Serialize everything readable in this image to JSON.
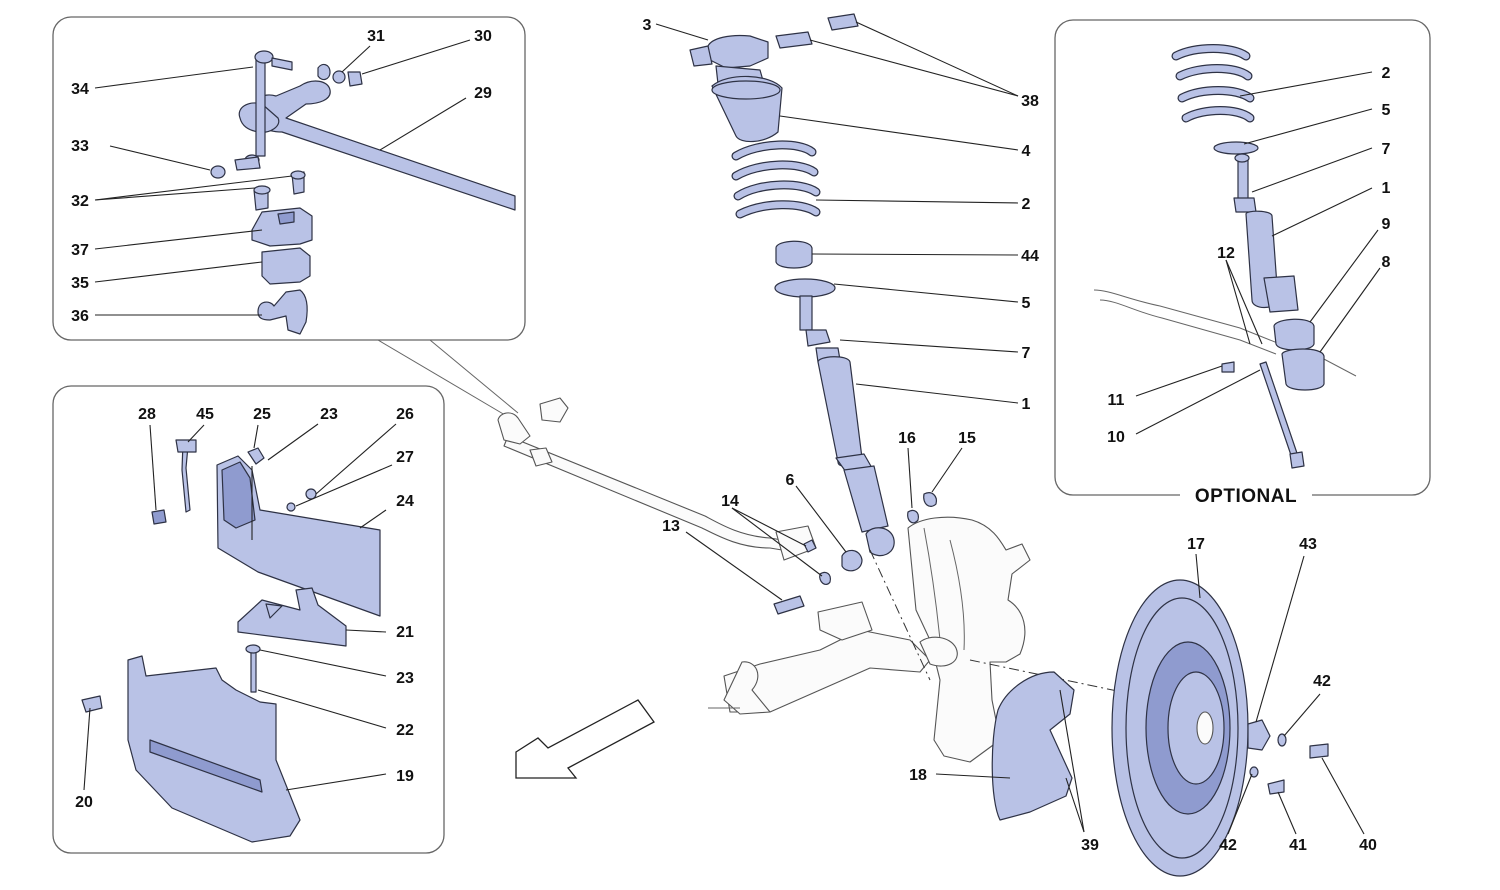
{
  "labels": {
    "l1a": "1",
    "l1b": "1",
    "l2a": "2",
    "l2b": "2",
    "l3": "3",
    "l4": "4",
    "l5a": "5",
    "l5b": "5",
    "l6": "6",
    "l7a": "7",
    "l7b": "7",
    "l8": "8",
    "l9": "9",
    "l10": "10",
    "l11": "11",
    "l12": "12",
    "l13": "13",
    "l14": "14",
    "l15": "15",
    "l16": "16",
    "l17": "17",
    "l18": "18",
    "l19": "19",
    "l20": "20",
    "l21": "21",
    "l22": "22",
    "l23a": "23",
    "l23b": "23",
    "l24": "24",
    "l25": "25",
    "l26": "26",
    "l27": "27",
    "l28": "28",
    "l29": "29",
    "l30": "30",
    "l31": "31",
    "l32": "32",
    "l33": "33",
    "l34": "34",
    "l35": "35",
    "l36": "36",
    "l37": "37",
    "l38": "38",
    "l39": "39",
    "l40": "40",
    "l41": "41",
    "l42a": "42",
    "l42b": "42",
    "l43": "43",
    "l44": "44",
    "l45": "45"
  },
  "optional_caption": "OPTIONAL",
  "colors": {
    "part_fill": "#b9c2e6",
    "part_stroke": "#2e3245",
    "panel_border": "#666666"
  }
}
